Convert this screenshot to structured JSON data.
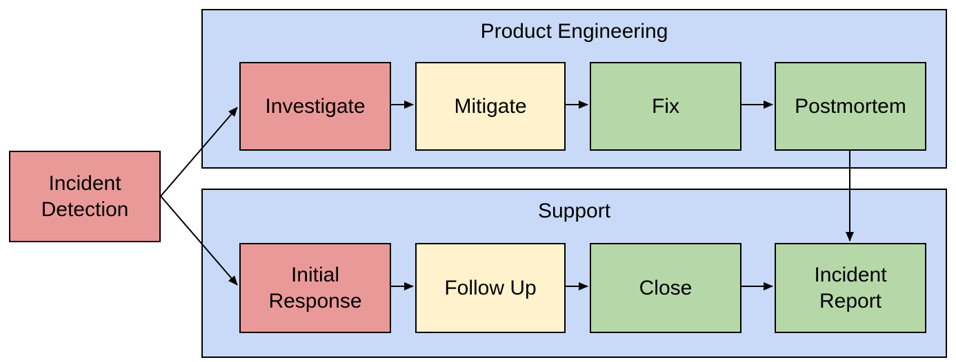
{
  "diagram": {
    "start": {
      "label": "Incident\nDetection",
      "color": "#ea9999"
    },
    "lanes": [
      {
        "title": "Product Engineering",
        "steps": [
          {
            "label": "Investigate",
            "color": "#ea9999"
          },
          {
            "label": "Mitigate",
            "color": "#fff2cc"
          },
          {
            "label": "Fix",
            "color": "#b6d7a8"
          },
          {
            "label": "Postmortem",
            "color": "#b6d7a8"
          }
        ]
      },
      {
        "title": "Support",
        "steps": [
          {
            "label": "Initial\nResponse",
            "color": "#ea9999"
          },
          {
            "label": "Follow Up",
            "color": "#fff2cc"
          },
          {
            "label": "Close",
            "color": "#b6d7a8"
          },
          {
            "label": "Incident\nReport",
            "color": "#b6d7a8"
          }
        ]
      }
    ],
    "colors": {
      "stage_red": "#ea9999",
      "stage_yellow": "#fff2cc",
      "stage_green": "#b6d7a8",
      "lane_background": "#c9daf8",
      "border": "#000000",
      "arrow": "#000000",
      "canvas_background": "#ffffff"
    },
    "connections": [
      {
        "from": "Incident Detection",
        "to": "Investigate"
      },
      {
        "from": "Incident Detection",
        "to": "Initial Response"
      },
      {
        "from": "Investigate",
        "to": "Mitigate"
      },
      {
        "from": "Mitigate",
        "to": "Fix"
      },
      {
        "from": "Fix",
        "to": "Postmortem"
      },
      {
        "from": "Postmortem",
        "to": "Incident Report"
      },
      {
        "from": "Initial Response",
        "to": "Follow Up"
      },
      {
        "from": "Follow Up",
        "to": "Close"
      },
      {
        "from": "Close",
        "to": "Incident Report"
      }
    ]
  }
}
